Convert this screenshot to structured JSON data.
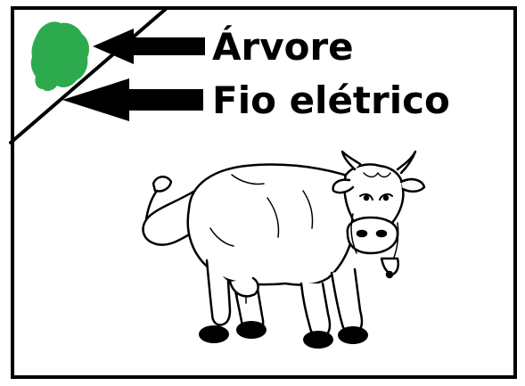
{
  "labels": {
    "tree": "Árvore",
    "wire": "Fio elétrico"
  },
  "icons": {
    "tree": "tree-icon",
    "wire": "electric-wire-line",
    "arrows": "left-arrow-icon",
    "animal": "cow-illustration"
  },
  "colors": {
    "tree": "#2eaa4e",
    "ink": "#000000",
    "background": "#ffffff"
  }
}
